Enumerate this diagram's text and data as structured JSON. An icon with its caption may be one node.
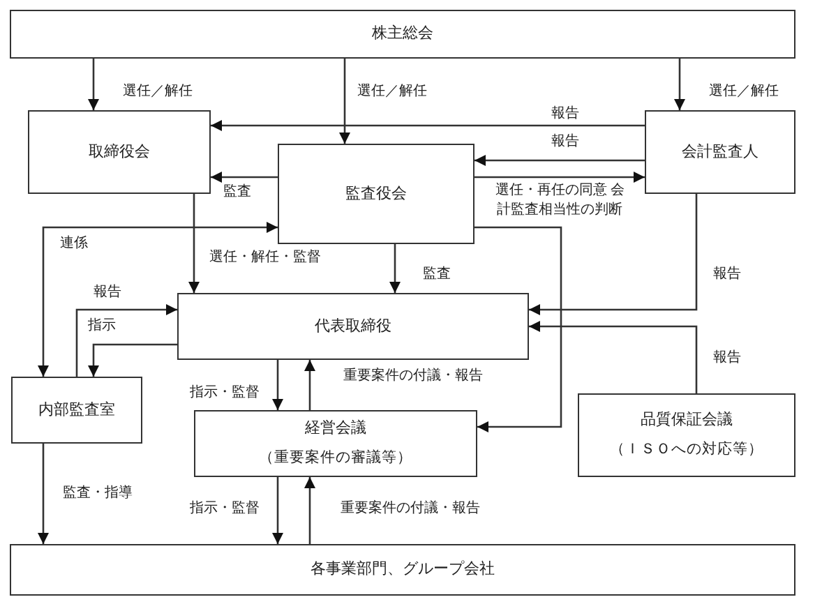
{
  "diagram": {
    "nodes": [
      {
        "text": [
          "株主総会"
        ]
      },
      {
        "text": [
          "取締役会"
        ]
      },
      {
        "text": [
          "監査役会"
        ]
      },
      {
        "text": [
          "会計監査人"
        ]
      },
      {
        "text": [
          "代表取締役"
        ]
      },
      {
        "text": [
          "内部監査室"
        ]
      },
      {
        "text": [
          "経営会議",
          "（重要案件の審議等）"
        ]
      },
      {
        "text": [
          "品質保証会議",
          "（ＩＳＯへの対応等）"
        ]
      },
      {
        "text": [
          "各事業部門、グループ会社"
        ]
      }
    ],
    "edges": [
      {
        "from": 0,
        "to": 1,
        "arrow": "to",
        "label": "選任／解任"
      },
      {
        "from": 0,
        "to": 2,
        "arrow": "to",
        "label": "選任／解任"
      },
      {
        "from": 0,
        "to": 3,
        "arrow": "to",
        "label": "選任／解任"
      },
      {
        "from": 3,
        "to": 1,
        "arrow": "to",
        "label": "報告"
      },
      {
        "from": 3,
        "to": 2,
        "arrow": "to",
        "label": "報告"
      },
      {
        "from": 2,
        "to": 3,
        "arrow": "to",
        "label": "選任・再任の同意 会計監査相当性の判断"
      },
      {
        "from": 2,
        "to": 1,
        "arrow": "to",
        "label": "監査"
      },
      {
        "from": 1,
        "to": 4,
        "arrow": "to",
        "label": "選任・解任・監督"
      },
      {
        "from": 2,
        "to": 4,
        "arrow": "to",
        "label": "監査"
      },
      {
        "from": 5,
        "to": 2,
        "arrow": "both",
        "label": "連係"
      },
      {
        "from": 5,
        "to": 4,
        "arrow": "to",
        "label": "報告"
      },
      {
        "from": 4,
        "to": 5,
        "arrow": "to",
        "label": "指示"
      },
      {
        "from": 4,
        "to": 6,
        "arrow": "to",
        "label": "指示・監督"
      },
      {
        "from": 6,
        "to": 4,
        "arrow": "to",
        "label": "重要案件の付議・報告"
      },
      {
        "from": 3,
        "to": 4,
        "arrow": "to",
        "label": "報告"
      },
      {
        "from": 7,
        "to": 4,
        "arrow": "to",
        "label": "報告"
      },
      {
        "from": 2,
        "to": 6,
        "arrow": "to"
      },
      {
        "from": 5,
        "to": 8,
        "arrow": "to",
        "label": "監査・指導"
      },
      {
        "from": 6,
        "to": 8,
        "arrow": "to",
        "label": "指示・監督"
      },
      {
        "from": 8,
        "to": 6,
        "arrow": "to",
        "label": "重要案件の付議・報告"
      }
    ]
  }
}
